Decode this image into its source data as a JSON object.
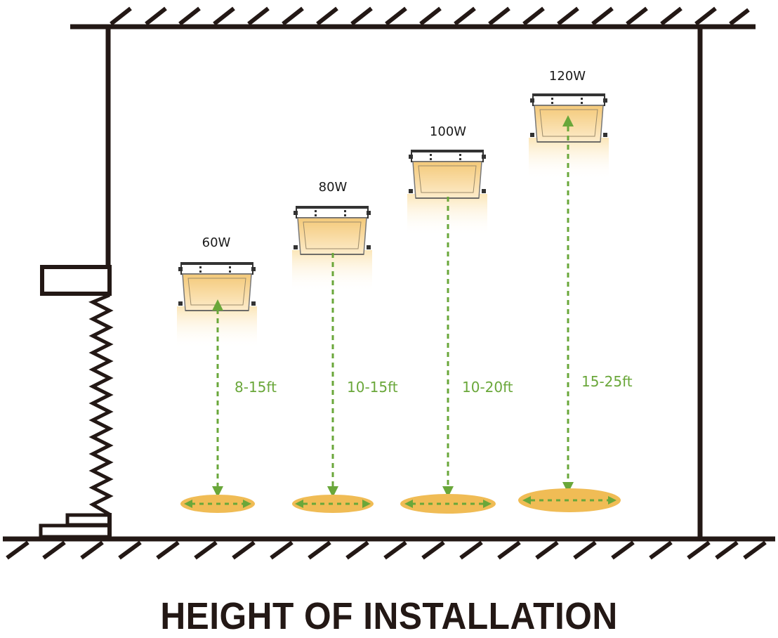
{
  "title": "HEIGHT OF INSTALLATION",
  "colors": {
    "structure": "#231815",
    "arrow_green": "#6aa73a",
    "light_spot": "#f0bc55",
    "glow": "#fbe6b8"
  },
  "fixtures": [
    {
      "wattage": "60W",
      "height_range": "8-15ft"
    },
    {
      "wattage": "80W",
      "height_range": "10-15ft"
    },
    {
      "wattage": "100W",
      "height_range": "10-20ft"
    },
    {
      "wattage": "120W",
      "height_range": "15-25ft"
    }
  ]
}
